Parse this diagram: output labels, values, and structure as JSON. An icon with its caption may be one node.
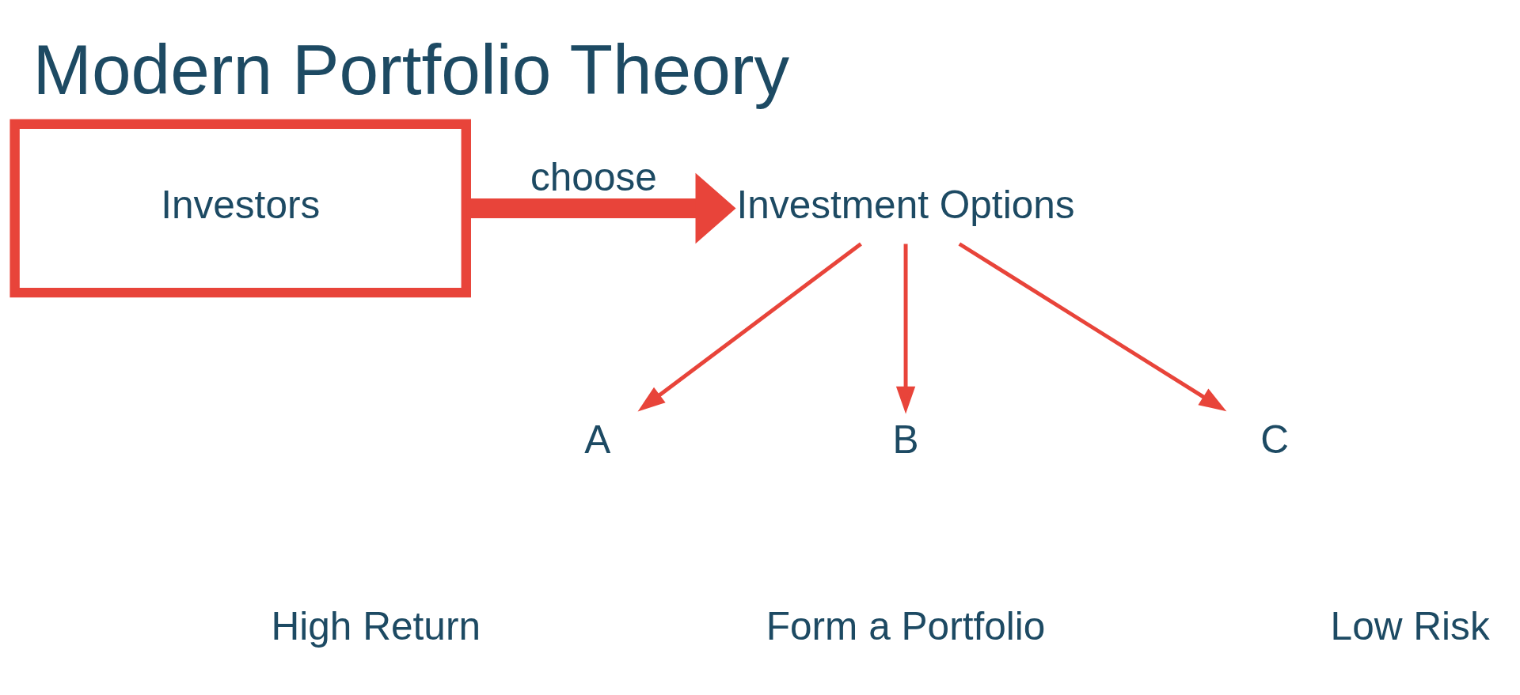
{
  "diagram": {
    "title": "Modern Portfolio Theory",
    "nodes": [
      {
        "text": [
          "Investors"
        ]
      },
      {
        "text": [
          "Investment Options"
        ]
      },
      {
        "text": [
          "A"
        ]
      },
      {
        "text": [
          "B"
        ]
      },
      {
        "text": [
          "C"
        ]
      }
    ],
    "edges": [
      {
        "from": 0,
        "to": 1,
        "arrow": "to",
        "label": "choose",
        "style": "thick"
      },
      {
        "from": 1,
        "to": 2,
        "arrow": "to"
      },
      {
        "from": 1,
        "to": 3,
        "arrow": "to"
      },
      {
        "from": 1,
        "to": 4,
        "arrow": "to"
      }
    ],
    "labels": [
      "High Return",
      "Form a Portfolio",
      "Low Risk"
    ]
  }
}
